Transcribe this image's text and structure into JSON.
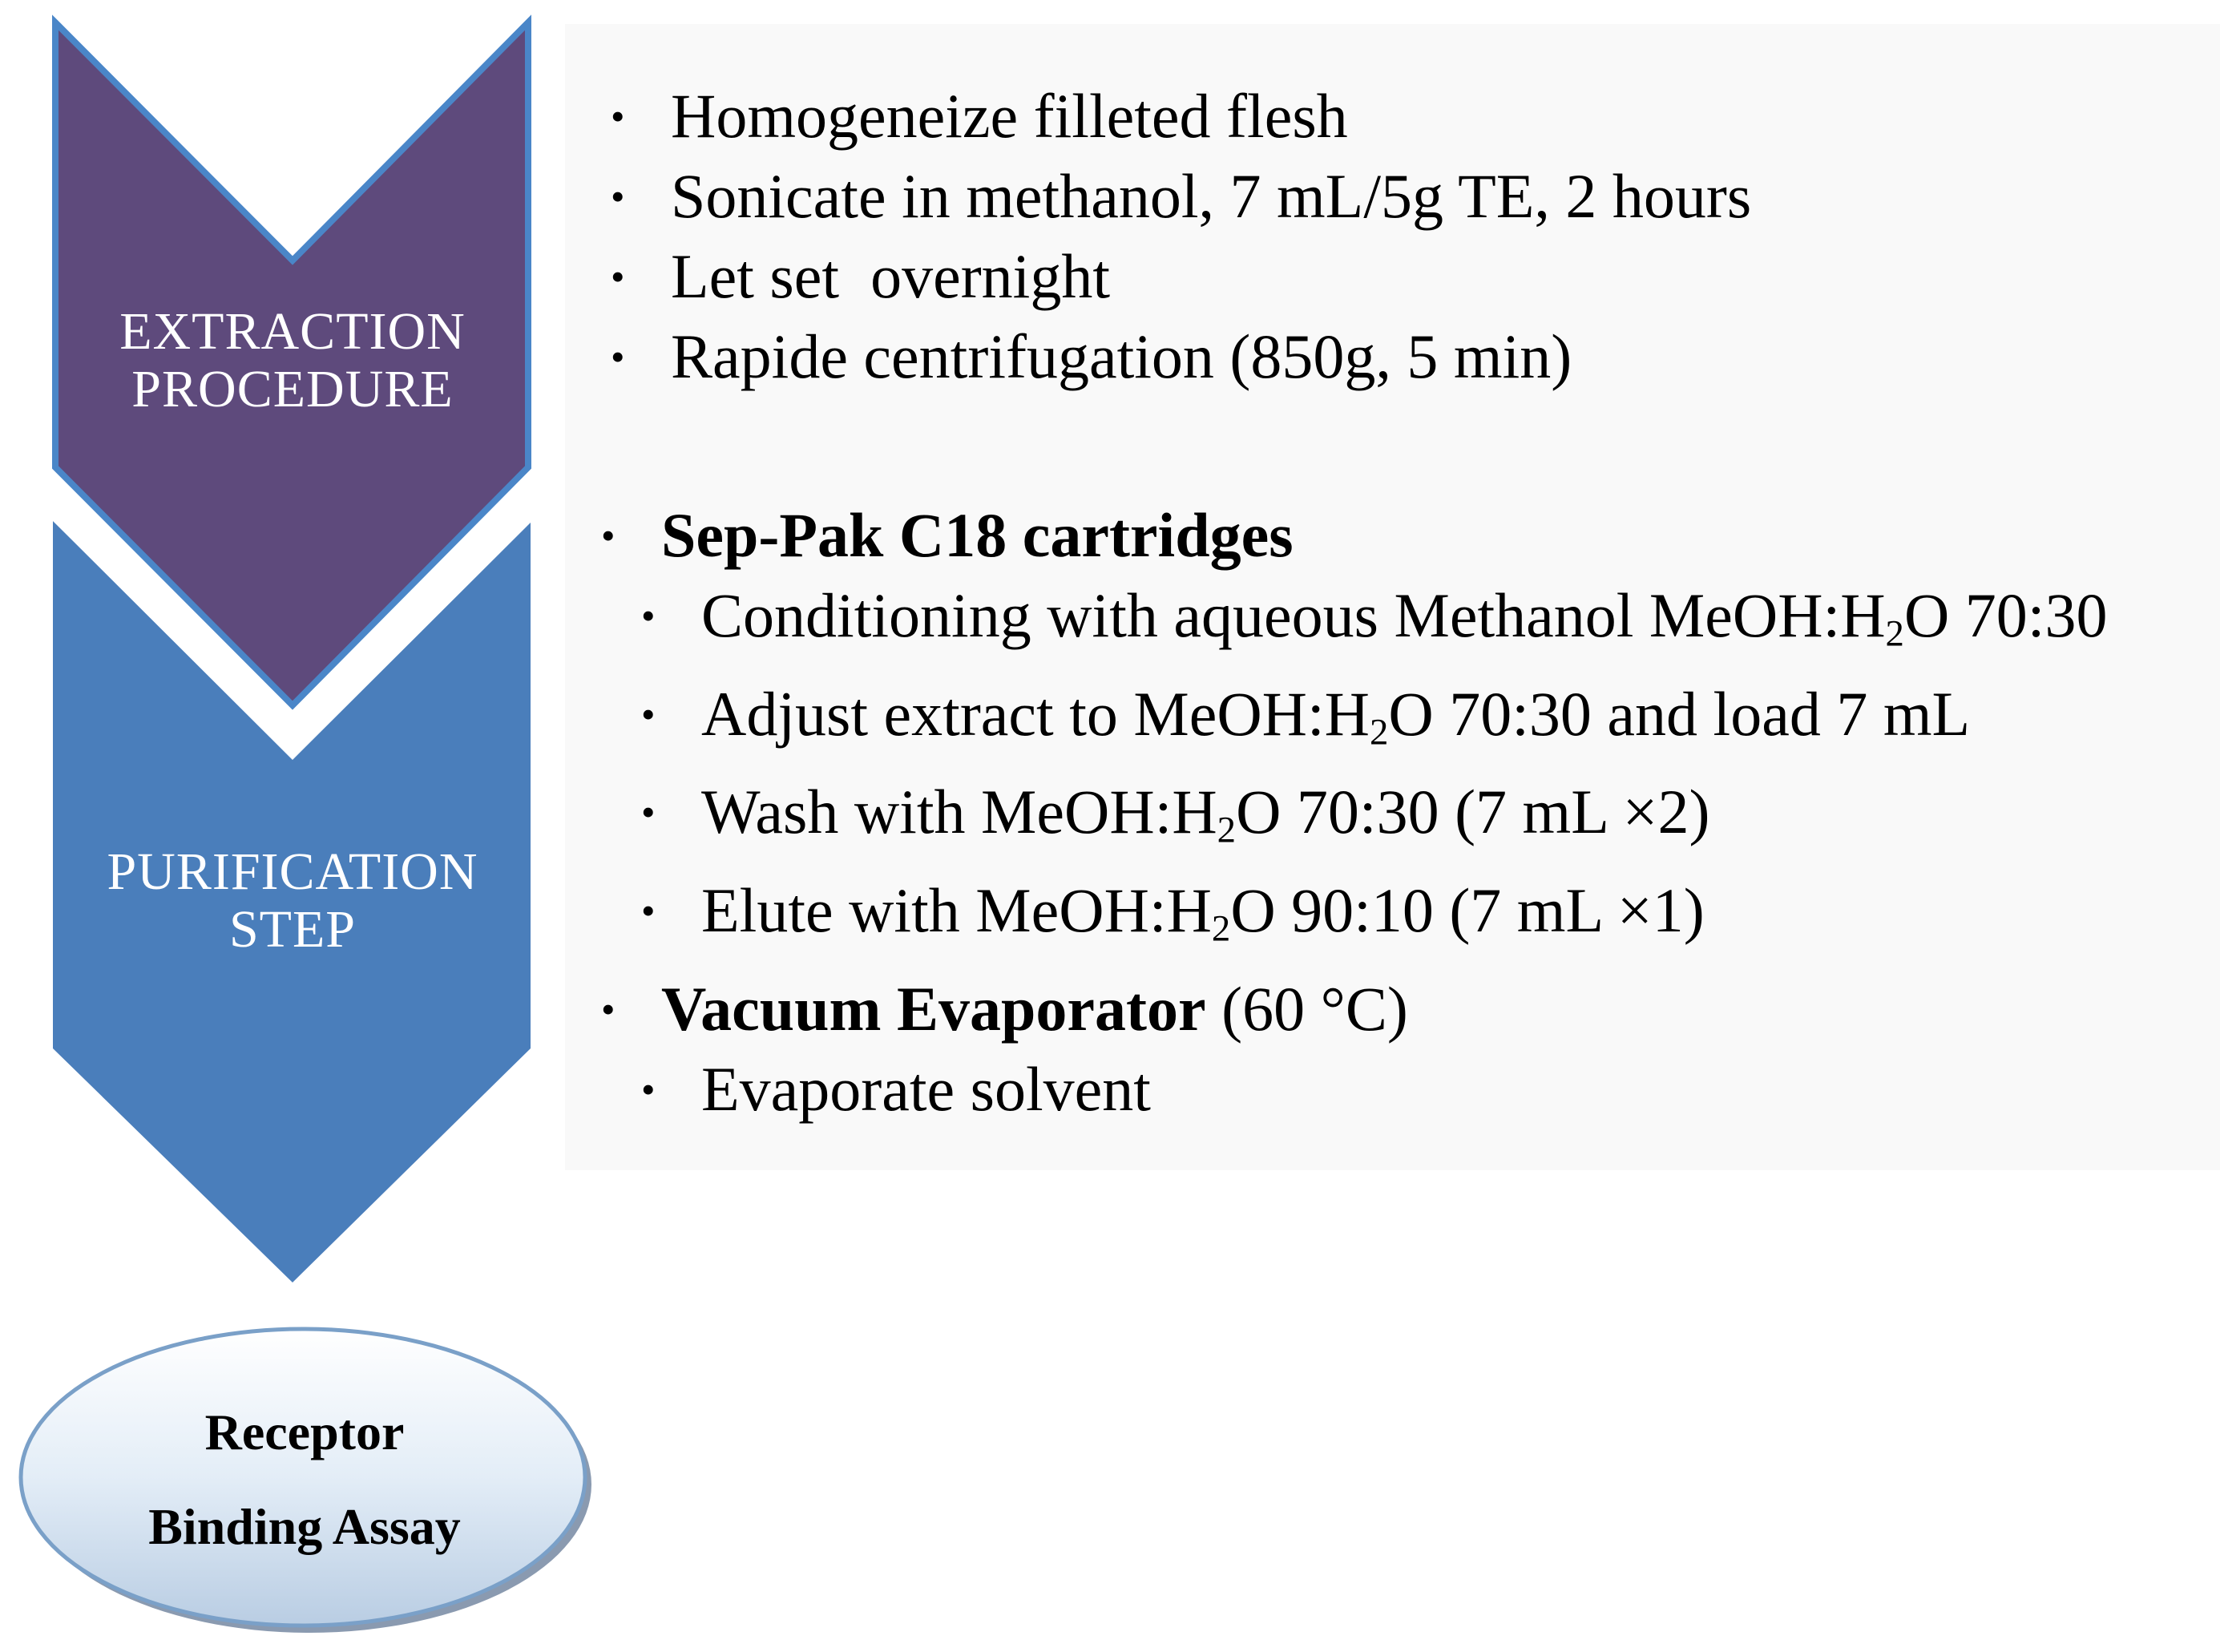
{
  "steps": {
    "extraction": {
      "label_line1": "EXTRACTION",
      "label_line2": "PROCEDURE",
      "color": "#5e4a7c",
      "border": "#4a86c8"
    },
    "purification": {
      "label_line1": "PURIFICATION",
      "label_line2": "STEP",
      "color": "#4a7ebb"
    }
  },
  "final": {
    "line1": "Receptor",
    "line2": "Binding Assay"
  },
  "extraction_items": [
    "Homogeneize filleted flesh",
    "Sonicate in methanol, 7 mL/5g TE, 2 hours",
    "Let set  overnight",
    "Rapide centrifugation (850g, 5 min)"
  ],
  "purification_items": {
    "sep_pak": {
      "bold": "Sep-Pak C18 cartridges"
    },
    "sub_items": [
      {
        "pre": "Conditioning with aqueous Methanol MeOH:H",
        "sub": "2",
        "post": "O 70:30"
      },
      {
        "pre": "Adjust extract to MeOH:H",
        "sub": "2",
        "post": "O 70:30 and load 7 mL"
      },
      {
        "pre": "Wash with MeOH:H",
        "sub": "2",
        "post": "O 70:30 (7 mL ×2)"
      },
      {
        "pre": "Elute with MeOH:H",
        "sub": "2",
        "post": "O 90:10 (7 mL ×1)"
      }
    ],
    "vacuum": {
      "bold": "Vacuum Evaporator",
      "rest": " (60 °C)"
    },
    "evaporate": "Evaporate solvent"
  }
}
